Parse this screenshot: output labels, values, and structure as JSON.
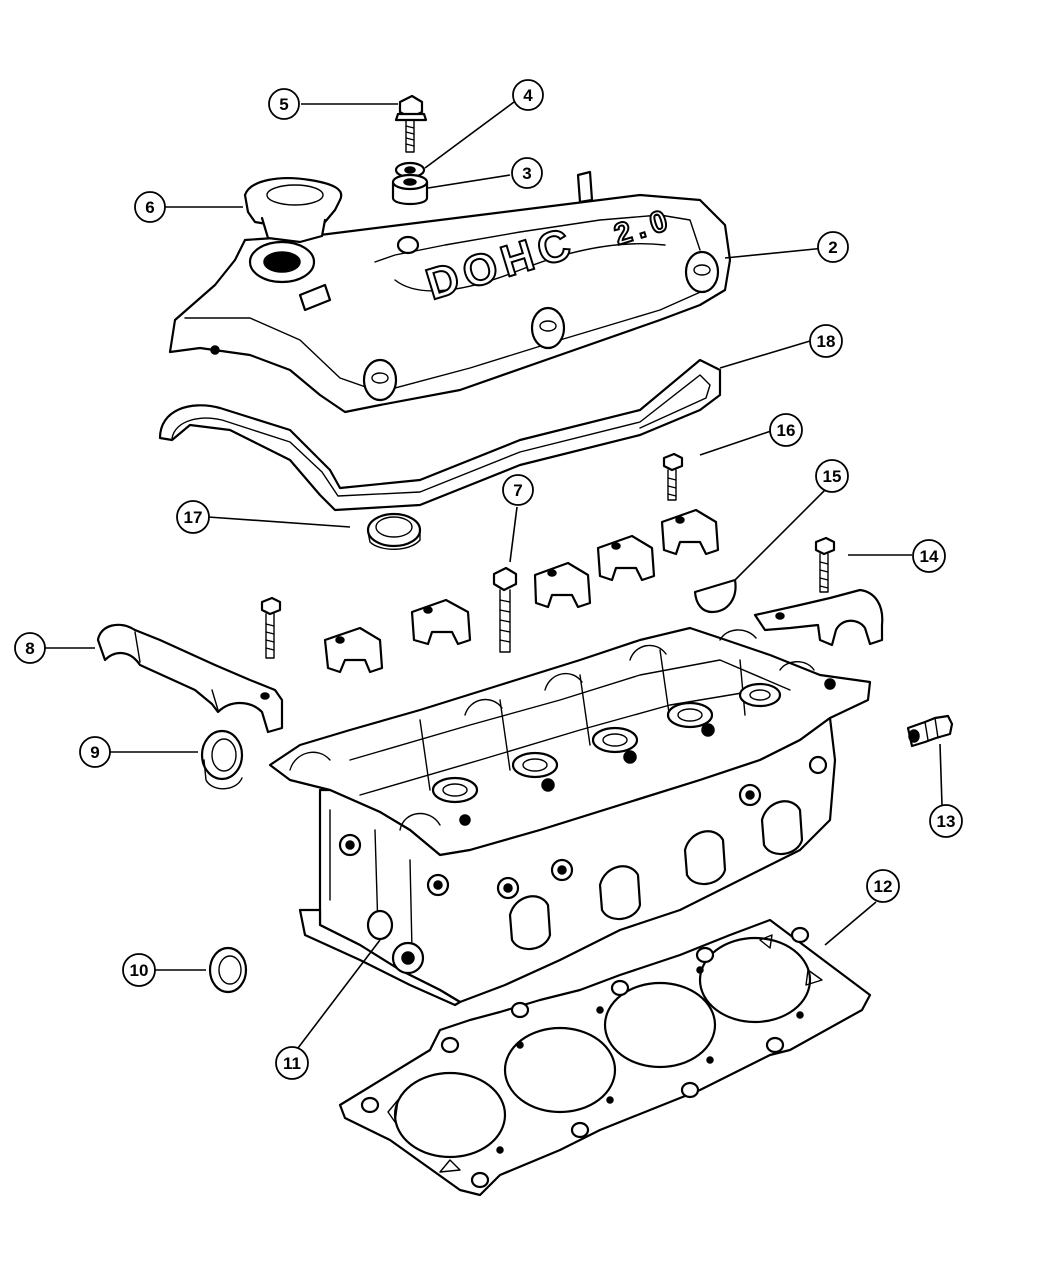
{
  "diagram": {
    "cover_text": "DOHC",
    "cover_text_2": "2.0",
    "callouts": [
      "2",
      "3",
      "4",
      "5",
      "6",
      "7",
      "8",
      "9",
      "10",
      "11",
      "12",
      "13",
      "14",
      "15",
      "16",
      "17",
      "18"
    ]
  }
}
